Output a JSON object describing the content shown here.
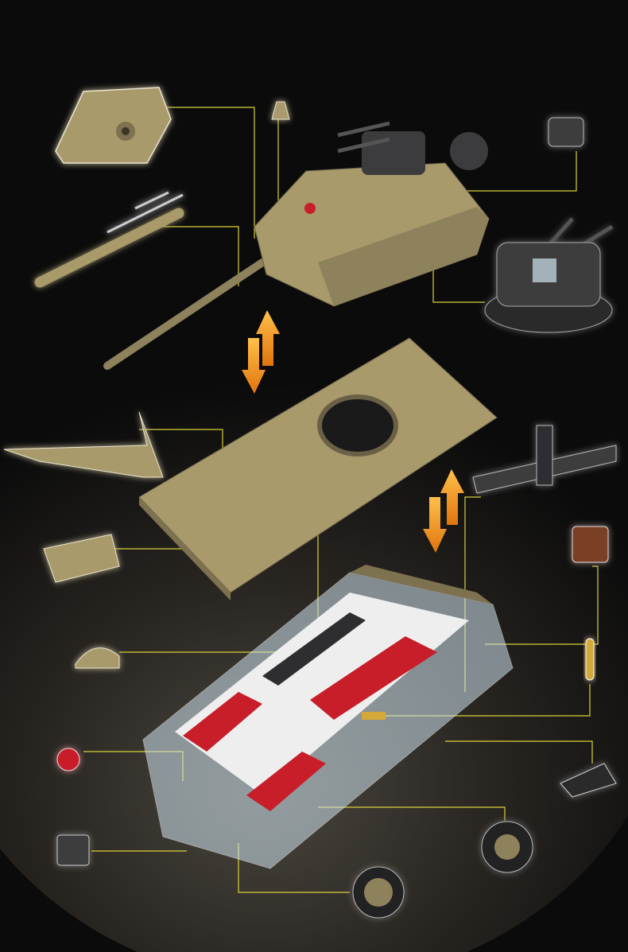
{
  "colors": {
    "background": "#0b0b0b",
    "ground": "#3a3631",
    "leader_line": "#d8d23a",
    "armor": "#a99a6c",
    "armor_dark": "#7d7150",
    "arrow": "#f39a1e",
    "gun_metal": "#3c3c3e",
    "interior_white": "#eeeeee",
    "interior_red": "#c81e2a",
    "transparent_shell": "#cfe3ee",
    "brown_part": "#7a4128",
    "brass": "#d4a93a"
  },
  "parts": [
    "turret-front-plate",
    "hatch-cone",
    "gun-barrel-pieces",
    "turret",
    "small-mount",
    "anti-aircraft-gun",
    "hull-top-plate",
    "side-v-plate",
    "wedge-plate",
    "cross-bracket",
    "brown-block",
    "shell-round",
    "dome-cap",
    "chassis-interior",
    "red-headlight",
    "track-segment",
    "road-wheel-right",
    "road-wheel-bottom",
    "tow-hook-mechanism"
  ],
  "icons": [
    "double-arrow-up-down-icon",
    "double-arrow-up-down-icon"
  ]
}
